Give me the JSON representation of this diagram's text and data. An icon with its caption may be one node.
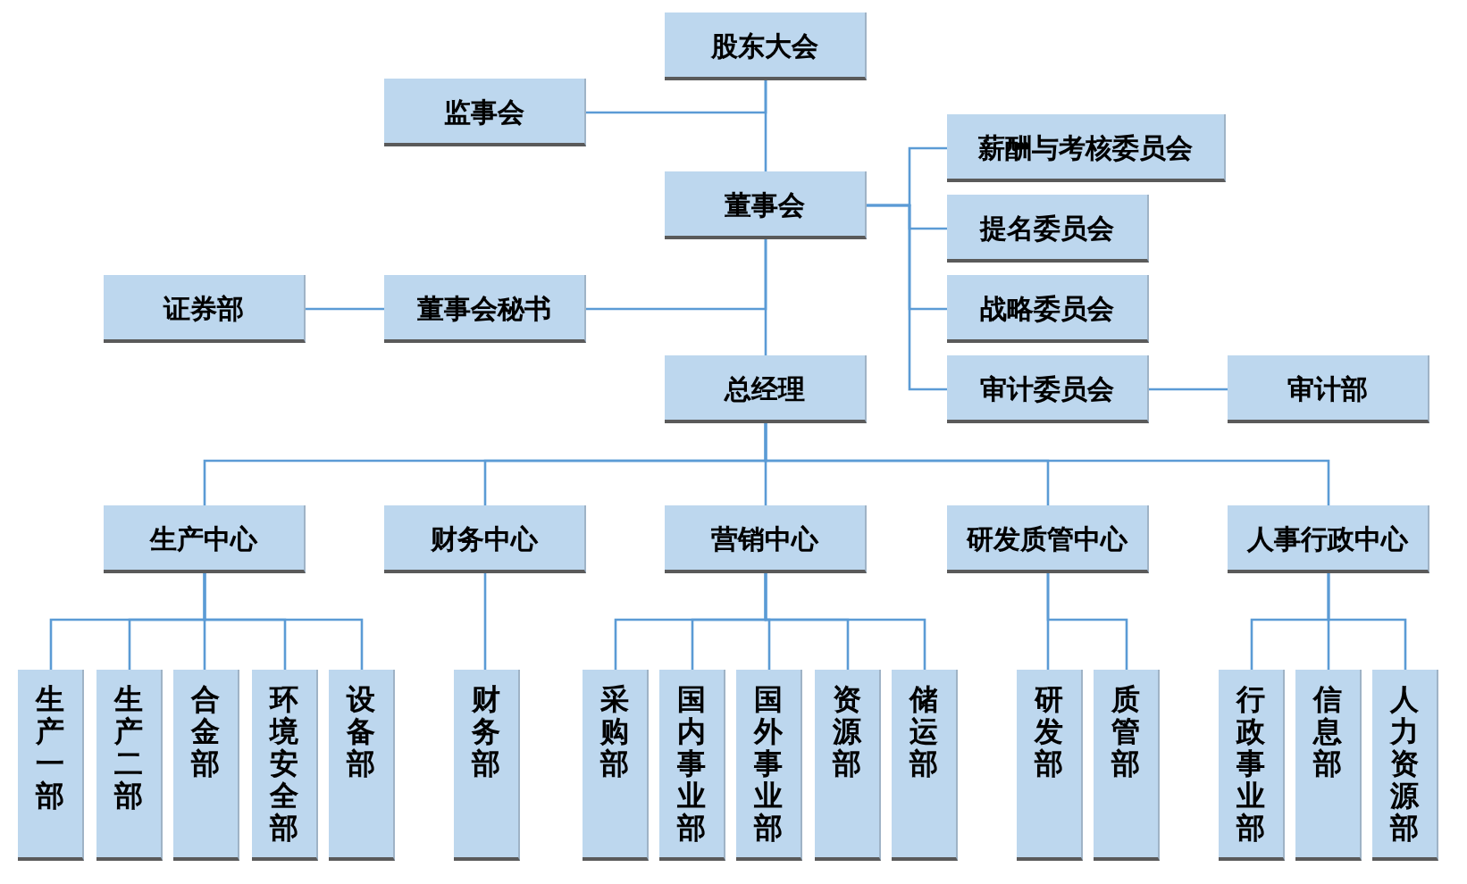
{
  "diagram": {
    "nodes": [
      {
        "text": [
          "股东大会"
        ]
      },
      {
        "text": [
          "监事会"
        ]
      },
      {
        "text": [
          "董事会"
        ]
      },
      {
        "text": [
          "薪酬与考核委员会"
        ]
      },
      {
        "text": [
          "提名委员会"
        ]
      },
      {
        "text": [
          "战略委员会"
        ]
      },
      {
        "text": [
          "董事会秘书"
        ]
      },
      {
        "text": [
          "证券部"
        ]
      },
      {
        "text": [
          "总经理"
        ]
      },
      {
        "text": [
          "审计委员会"
        ]
      },
      {
        "text": [
          "审计部"
        ]
      },
      {
        "text": [
          "生产中心"
        ]
      },
      {
        "text": [
          "财务中心"
        ]
      },
      {
        "text": [
          "营销中心"
        ]
      },
      {
        "text": [
          "研发质管中心"
        ]
      },
      {
        "text": [
          "人事行政中心"
        ]
      },
      {
        "text": [
          "生产一部"
        ]
      },
      {
        "text": [
          "生产二部"
        ]
      },
      {
        "text": [
          "合金部"
        ]
      },
      {
        "text": [
          "环境安全部"
        ]
      },
      {
        "text": [
          "设备部"
        ]
      },
      {
        "text": [
          "财务部"
        ]
      },
      {
        "text": [
          "采购部"
        ]
      },
      {
        "text": [
          "国内事业部"
        ]
      },
      {
        "text": [
          "国外事业部"
        ]
      },
      {
        "text": [
          "资源部"
        ]
      },
      {
        "text": [
          "储运部"
        ]
      },
      {
        "text": [
          "研发部"
        ]
      },
      {
        "text": [
          "质管部"
        ]
      },
      {
        "text": [
          "行政事业部"
        ]
      },
      {
        "text": [
          "信息部"
        ]
      },
      {
        "text": [
          "人力资源部"
        ]
      }
    ],
    "edges": [
      {
        "from": 0,
        "to": 2,
        "arrow": "none"
      },
      {
        "from": 0,
        "to": 1,
        "arrow": "none"
      },
      {
        "from": 2,
        "to": 3,
        "arrow": "none"
      },
      {
        "from": 2,
        "to": 4,
        "arrow": "none"
      },
      {
        "from": 2,
        "to": 5,
        "arrow": "none"
      },
      {
        "from": 2,
        "to": 9,
        "arrow": "none"
      },
      {
        "from": 2,
        "to": 6,
        "arrow": "none"
      },
      {
        "from": 6,
        "to": 7,
        "arrow": "none"
      },
      {
        "from": 2,
        "to": 8,
        "arrow": "none"
      },
      {
        "from": 9,
        "to": 10,
        "arrow": "none"
      },
      {
        "from": 8,
        "to": 11,
        "arrow": "none"
      },
      {
        "from": 8,
        "to": 12,
        "arrow": "none"
      },
      {
        "from": 8,
        "to": 13,
        "arrow": "none"
      },
      {
        "from": 8,
        "to": 14,
        "arrow": "none"
      },
      {
        "from": 8,
        "to": 15,
        "arrow": "none"
      },
      {
        "from": 11,
        "to": 16,
        "arrow": "none"
      },
      {
        "from": 11,
        "to": 17,
        "arrow": "none"
      },
      {
        "from": 11,
        "to": 18,
        "arrow": "none"
      },
      {
        "from": 11,
        "to": 19,
        "arrow": "none"
      },
      {
        "from": 11,
        "to": 20,
        "arrow": "none"
      },
      {
        "from": 12,
        "to": 21,
        "arrow": "none"
      },
      {
        "from": 13,
        "to": 22,
        "arrow": "none"
      },
      {
        "from": 13,
        "to": 23,
        "arrow": "none"
      },
      {
        "from": 13,
        "to": 24,
        "arrow": "none"
      },
      {
        "from": 13,
        "to": 25,
        "arrow": "none"
      },
      {
        "from": 13,
        "to": 26,
        "arrow": "none"
      },
      {
        "from": 14,
        "to": 27,
        "arrow": "none"
      },
      {
        "from": 14,
        "to": 28,
        "arrow": "none"
      },
      {
        "from": 15,
        "to": 29,
        "arrow": "none"
      },
      {
        "from": 15,
        "to": 30,
        "arrow": "none"
      },
      {
        "from": 15,
        "to": 31,
        "arrow": "none"
      }
    ]
  }
}
